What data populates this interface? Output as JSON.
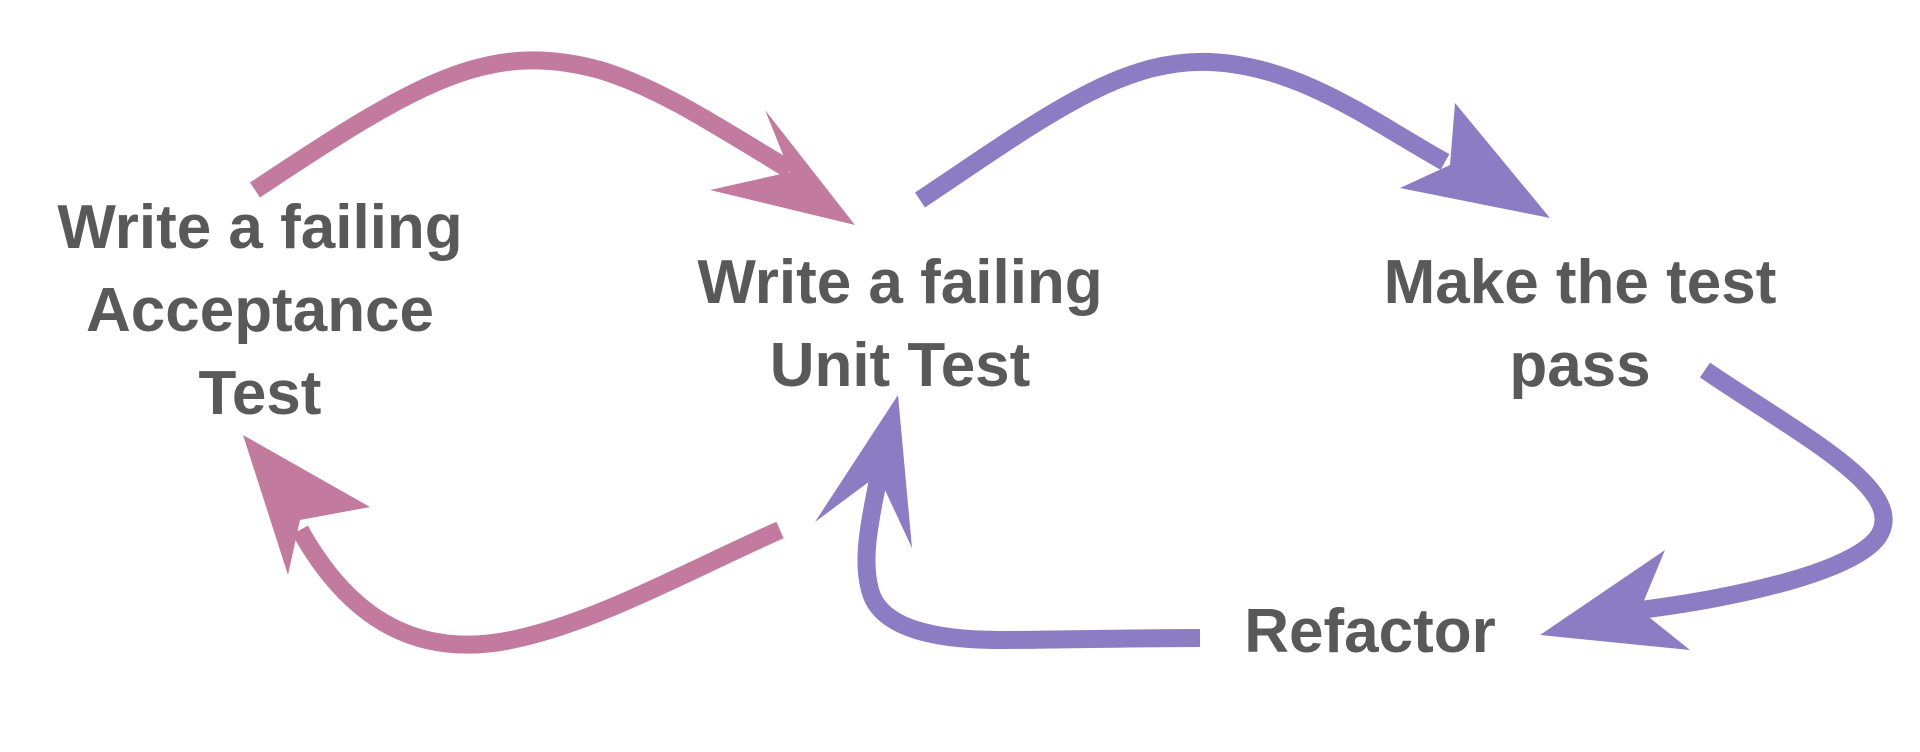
{
  "diagram": {
    "nodes": [
      {
        "id": "acceptance",
        "lines": [
          "Write a failing",
          "Acceptance",
          "Test"
        ]
      },
      {
        "id": "unit",
        "lines": [
          "Write a failing",
          "Unit Test"
        ]
      },
      {
        "id": "pass",
        "lines": [
          "Make the test",
          "pass"
        ]
      },
      {
        "id": "refactor",
        "lines": [
          "Refactor"
        ]
      }
    ],
    "edges": [
      {
        "from": "acceptance",
        "to": "unit",
        "loop": "outer"
      },
      {
        "from": "unit",
        "to": "acceptance",
        "loop": "outer"
      },
      {
        "from": "unit",
        "to": "pass",
        "loop": "inner"
      },
      {
        "from": "pass",
        "to": "refactor",
        "loop": "inner"
      },
      {
        "from": "refactor",
        "to": "unit",
        "loop": "inner"
      }
    ]
  },
  "colors": {
    "text": "#595959",
    "outer_loop": "#c27b9f",
    "inner_loop": "#8b7cc3"
  }
}
